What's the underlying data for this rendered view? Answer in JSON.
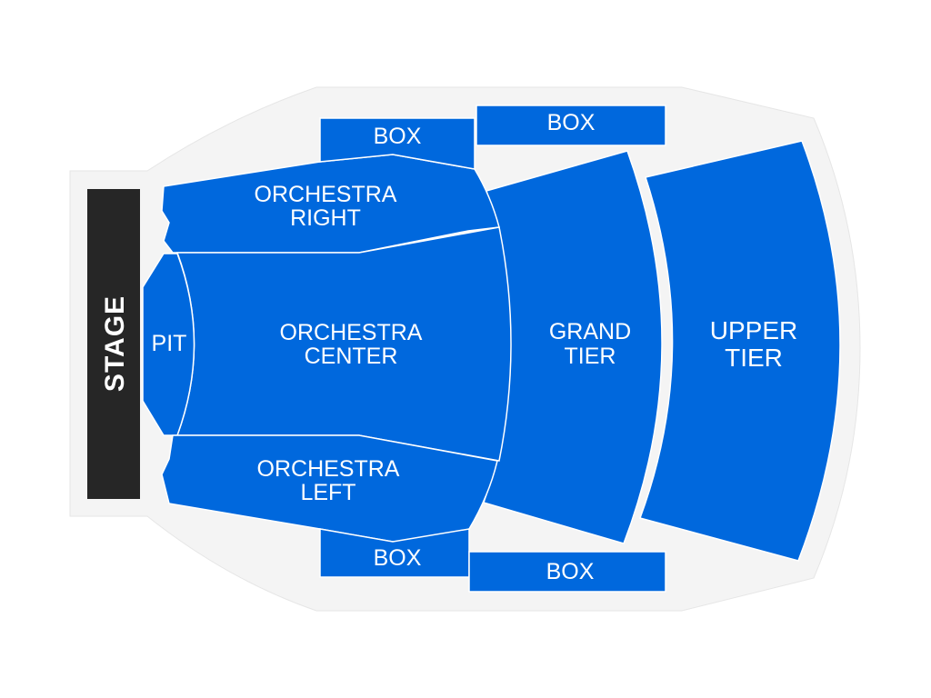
{
  "colors": {
    "section_fill": "#0068dd",
    "stage_fill": "#262626",
    "venue_background": "#f4f4f4",
    "label_text": "#ffffff"
  },
  "stage": {
    "label": "STAGE"
  },
  "sections": {
    "pit": {
      "line1": "PIT"
    },
    "orchestra_right": {
      "line1": "ORCHESTRA",
      "line2": "RIGHT"
    },
    "orchestra_center": {
      "line1": "ORCHESTRA",
      "line2": "CENTER"
    },
    "orchestra_left": {
      "line1": "ORCHESTRA",
      "line2": "LEFT"
    },
    "grand_tier": {
      "line1": "GRAND",
      "line2": "TIER"
    },
    "upper_tier": {
      "line1": "UPPER",
      "line2": "TIER"
    },
    "box_top_left": {
      "line1": "BOX"
    },
    "box_top_right": {
      "line1": "BOX"
    },
    "box_bottom_left": {
      "line1": "BOX"
    },
    "box_bottom_right": {
      "line1": "BOX"
    }
  }
}
